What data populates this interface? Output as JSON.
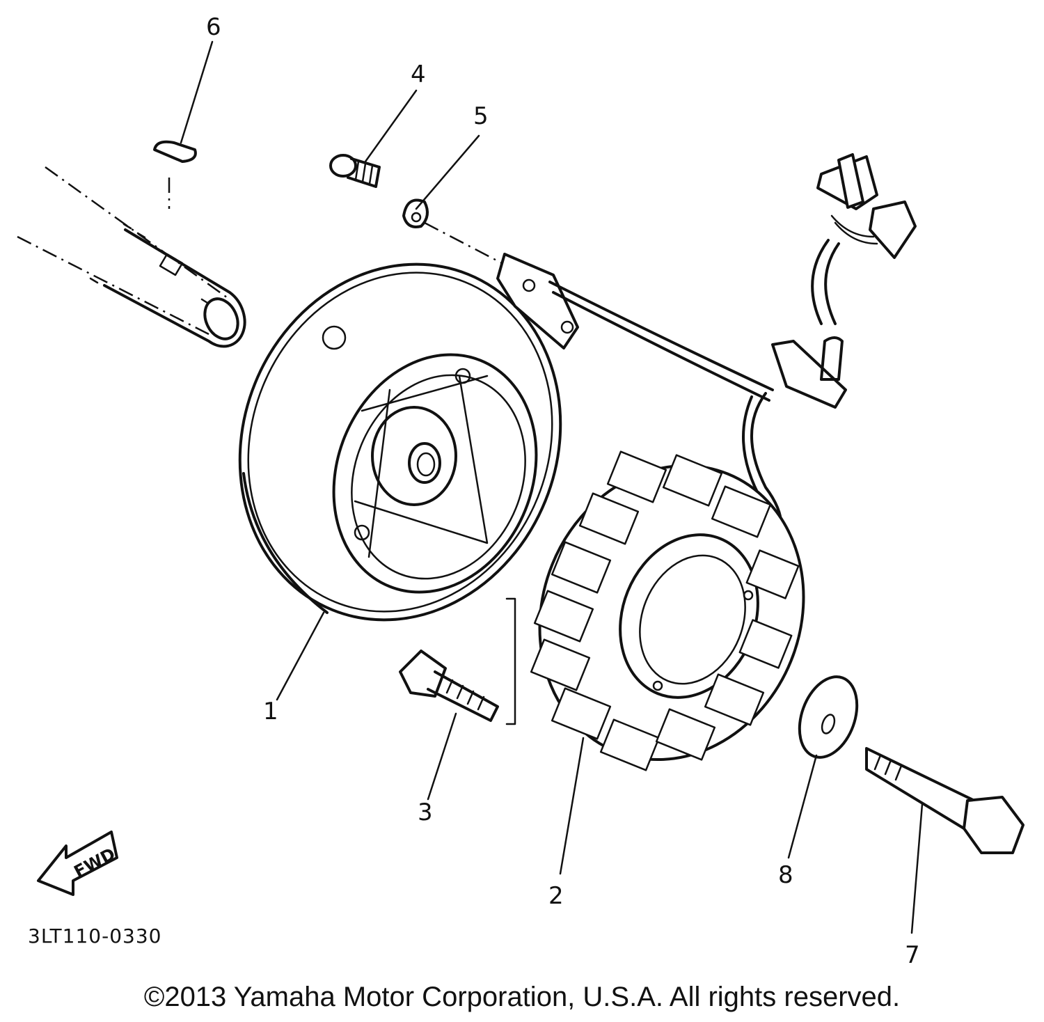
{
  "callouts": {
    "c1": "1",
    "c2": "2",
    "c3": "3",
    "c4": "4",
    "c5": "5",
    "c6": "6",
    "c7": "7",
    "c8": "8"
  },
  "fwd_label": "FWD",
  "diagram_code": "3LT110-0330",
  "copyright": "©2013 Yamaha Motor Corporation, U.S.A. All rights reserved."
}
